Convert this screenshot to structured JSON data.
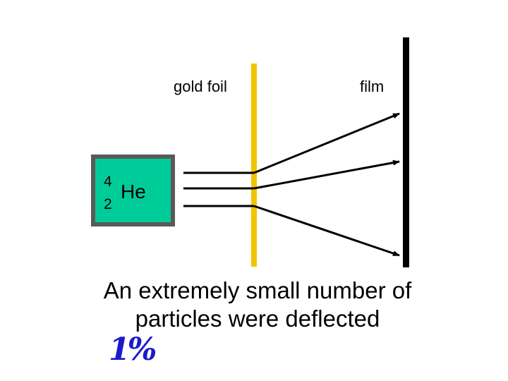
{
  "labels": {
    "gold_foil": "gold foil",
    "film": "film"
  },
  "source": {
    "mass_number": "4",
    "atomic_number": "2",
    "symbol": "He"
  },
  "caption": "An extremely small number of particles were deflected",
  "handwritten_note": "1%",
  "colors": {
    "foil": "#f2c400",
    "film": "#000000",
    "source_fill": "#00cc99",
    "source_border": "#595959",
    "ink": "#1a1acc"
  }
}
